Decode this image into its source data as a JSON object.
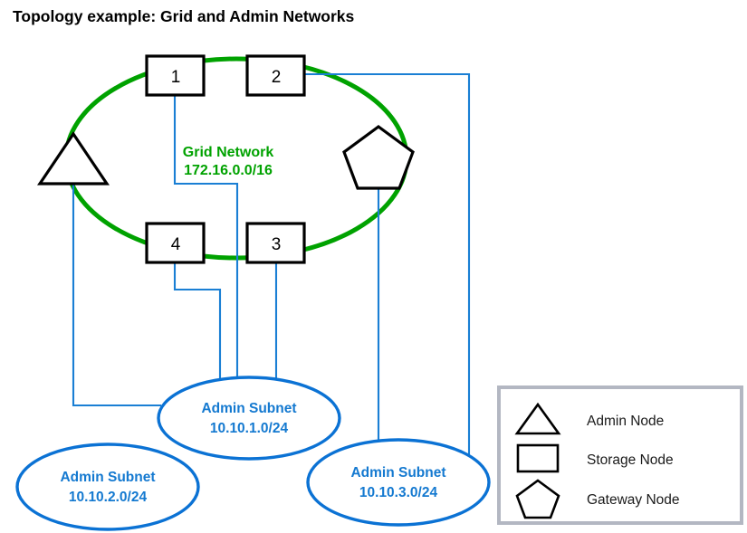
{
  "title": "Topology example: Grid and Admin Networks",
  "colors": {
    "grid_green": "#00a200",
    "admin_blue": "#1a7fd4",
    "subnet_blue": "#0b72d4",
    "node_black": "#000000",
    "legend_border": "#b3b7c2"
  },
  "grid_network": {
    "name": "Grid Network",
    "cidr": "172.16.0.0/16"
  },
  "nodes": [
    {
      "id": "node-1",
      "label": "1",
      "type": "storage-node"
    },
    {
      "id": "node-2",
      "label": "2",
      "type": "storage-node"
    },
    {
      "id": "node-3",
      "label": "3",
      "type": "storage-node"
    },
    {
      "id": "node-4",
      "label": "4",
      "type": "storage-node"
    },
    {
      "id": "admin-node",
      "label": "",
      "type": "admin-node"
    },
    {
      "id": "gateway-node",
      "label": "",
      "type": "gateway-node"
    }
  ],
  "subnets": [
    {
      "id": "admin-subnet-1",
      "name": "Admin Subnet",
      "cidr": "10.10.1.0/24"
    },
    {
      "id": "admin-subnet-2",
      "name": "Admin Subnet",
      "cidr": "10.10.2.0/24"
    },
    {
      "id": "admin-subnet-3",
      "name": "Admin Subnet",
      "cidr": "10.10.3.0/24"
    }
  ],
  "legend": {
    "items": [
      {
        "shape": "triangle",
        "label": "Admin Node"
      },
      {
        "shape": "rectangle",
        "label": "Storage Node"
      },
      {
        "shape": "pentagon",
        "label": "Gateway Node"
      }
    ]
  }
}
